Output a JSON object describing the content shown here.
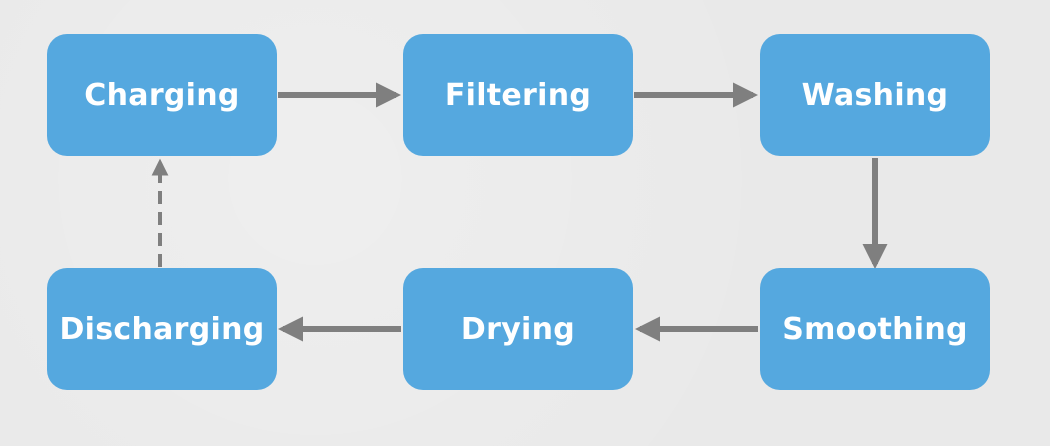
{
  "colors": {
    "node_fill": "#55a8df",
    "node_text": "#ffffff",
    "arrow": "#7f7f7f",
    "background": "#e9e9e9"
  },
  "nodes": [
    {
      "id": "charging",
      "label": "Charging"
    },
    {
      "id": "filtering",
      "label": "Filtering"
    },
    {
      "id": "washing",
      "label": "Washing"
    },
    {
      "id": "smoothing",
      "label": "Smoothing"
    },
    {
      "id": "drying",
      "label": "Drying"
    },
    {
      "id": "discharging",
      "label": "Discharging"
    }
  ],
  "edges": [
    {
      "from": "charging",
      "to": "filtering",
      "style": "solid"
    },
    {
      "from": "filtering",
      "to": "washing",
      "style": "solid"
    },
    {
      "from": "washing",
      "to": "smoothing",
      "style": "solid"
    },
    {
      "from": "smoothing",
      "to": "drying",
      "style": "solid"
    },
    {
      "from": "drying",
      "to": "discharging",
      "style": "solid"
    },
    {
      "from": "discharging",
      "to": "charging",
      "style": "dashed"
    }
  ]
}
